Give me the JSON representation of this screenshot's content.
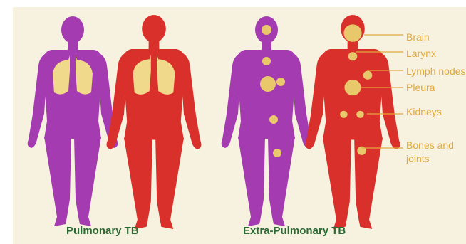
{
  "captions": {
    "pulmonary": "Pulmonary TB",
    "extra_pulmonary": "Extra-Pulmonary TB"
  },
  "labels": {
    "brain": "Brain",
    "larynx": "Larynx",
    "lymph_nodes": "Lymph nodes",
    "pleura": "Pleura",
    "kidneys": "Kidneys",
    "bones_line1": "Bones and",
    "bones_line2": "joints"
  },
  "colors": {
    "background": "#f7f2e0",
    "purple_body": "#a53bb0",
    "red_body": "#d9302b",
    "lung": "#f0d98a",
    "spot": "#e8c86a",
    "label_text": "#e1a93c",
    "caption_text": "#2a6b33"
  }
}
